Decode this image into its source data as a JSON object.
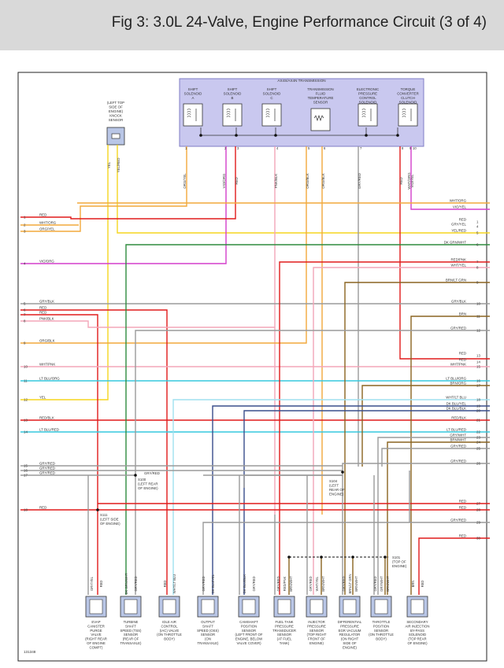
{
  "title": "Fig 3: 3.0L 24-Valve, Engine Performance Circuit (3 of 4)",
  "figure_id": "131348",
  "transmission": {
    "label": "AX4S/AX4N TRANSMISSION",
    "components": [
      {
        "lines": [
          "SHIFT",
          "SOLENOID",
          "A"
        ]
      },
      {
        "lines": [
          "SHIFT",
          "SOLENOID",
          "B"
        ]
      },
      {
        "lines": [
          "SHIFT",
          "SOLENOID",
          "C"
        ]
      },
      {
        "lines": [
          "TRANSMISSION",
          "FLUID",
          "TEMPERATURE",
          "SENSOR"
        ]
      },
      {
        "lines": [
          "ELECTRONIC",
          "PRESSURE",
          "CONTROL",
          "SOLENOID"
        ]
      },
      {
        "lines": [
          "TORQUE",
          "CONVERTER",
          "CLUTCH",
          "SOLENOID"
        ]
      }
    ]
  },
  "knock_sensor": {
    "lines": [
      "(LEFT TOP",
      "SIDE OF",
      "ENGINE)",
      "KNOCK",
      "SENSOR"
    ]
  },
  "knock_wires": [
    "YEL",
    "YEL/RED"
  ],
  "top_wires": [
    {
      "pin": "1",
      "label": "ORG/YEL"
    },
    {
      "pin": "2",
      "label": "VIO/ORG"
    },
    {
      "pin": "3",
      "label": "RED"
    },
    {
      "pin": "4",
      "label": "PNK/BLK"
    },
    {
      "pin": "5",
      "label": "ORG/BLK"
    },
    {
      "pin": "6",
      "label": "ORG/BLK"
    },
    {
      "pin": "7",
      "label": "GRY/RED"
    },
    {
      "pin": "8",
      "label": "RED"
    },
    {
      "pin": "9",
      "label": "WHT/ORG"
    },
    {
      "pin": "10",
      "label": "VIO/YEL"
    }
  ],
  "left_labels": [
    {
      "num": "1",
      "label": "RED"
    },
    {
      "num": "2",
      "label": "WHT/ORG"
    },
    {
      "num": "3",
      "label": "ORG/YEL"
    },
    {
      "num": "4",
      "label": "VIO/ORG"
    },
    {
      "num": "5",
      "label": "GRY/BLK"
    },
    {
      "num": "6",
      "label": "RED"
    },
    {
      "num": "7",
      "label": "RED"
    },
    {
      "num": "8",
      "label": "PNK/BLK"
    },
    {
      "num": "9",
      "label": "ORG/BLK"
    },
    {
      "num": "10",
      "label": "WHT/PNK"
    },
    {
      "num": "11",
      "label": "LT BLU/ORG"
    },
    {
      "num": "12",
      "label": "YEL"
    },
    {
      "num": "13",
      "label": "RED/BLK"
    },
    {
      "num": "14",
      "label": "LT BLU/RED"
    },
    {
      "num": "15",
      "label": "GRY/RED"
    },
    {
      "num": "16",
      "label": "GRY/RED"
    },
    {
      "num": "17",
      "label": "GRY/RED"
    },
    {
      "num": "18",
      "label": "RED"
    }
  ],
  "right_labels": [
    {
      "num": "",
      "label": "WHT/ORG"
    },
    {
      "num": "",
      "label": "VIO/YEL"
    },
    {
      "num": "1",
      "label": "RED"
    },
    {
      "num": "4",
      "label": "GRY/YEL"
    },
    {
      "num": "5",
      "label": "YEL/RED"
    },
    {
      "num": "6",
      "label": "DK GRN/WHT"
    },
    {
      "num": "7",
      "label": "RED/PNK"
    },
    {
      "num": "8",
      "label": "WHT/YEL"
    },
    {
      "num": "9",
      "label": "BRN/LT GRN"
    },
    {
      "num": "10",
      "label": "GRY/BLK"
    },
    {
      "num": "11",
      "label": "BRN"
    },
    {
      "num": "12",
      "label": "GRY/RED"
    },
    {
      "num": "13",
      "label": "RED"
    },
    {
      "num": "14",
      "label": "RED"
    },
    {
      "num": "15",
      "label": "WHT/PNK"
    },
    {
      "num": "16",
      "label": "LT BLU/ORG"
    },
    {
      "num": "17",
      "label": "BRN/ORG"
    },
    {
      "num": "18",
      "label": "WHT/LT BLU"
    },
    {
      "num": "19",
      "label": "DK BLU/YEL"
    },
    {
      "num": "20",
      "label": "DK BLU/BLK"
    },
    {
      "num": "21",
      "label": "RED/BLK"
    },
    {
      "num": "22",
      "label": "LT BLU/RED"
    },
    {
      "num": "23",
      "label": "GRY/WHT"
    },
    {
      "num": "24",
      "label": "BRN/WHT"
    },
    {
      "num": "25",
      "label": "GRY/RED"
    },
    {
      "num": "26",
      "label": "GRY/RED"
    },
    {
      "num": "27",
      "label": "RED"
    },
    {
      "num": "28",
      "label": "RED"
    },
    {
      "num": "29",
      "label": "GRY/RED"
    },
    {
      "num": "30",
      "label": "RED"
    }
  ],
  "splices": [
    {
      "id": "S100",
      "lines": [
        "S100",
        "(LEFT REAR",
        "OF ENGINE)"
      ],
      "wire_label": "GRY/RED"
    },
    {
      "id": "S104",
      "lines": [
        "S104",
        "(LEFT",
        "REAR OF",
        "ENGINE)"
      ]
    },
    {
      "id": "S101",
      "lines": [
        "S101",
        "(TOP OF",
        "ENGINE)"
      ]
    },
    {
      "id": "S111",
      "lines": [
        "S111",
        "(LEFT SIDE",
        "OF ENGINE)"
      ]
    }
  ],
  "bottom_components": [
    {
      "wires": [
        "GRY/YEL",
        "RED"
      ],
      "lines": [
        "EVAP",
        "CANISTER",
        "PURGE",
        "VALVE",
        "(RIGHT REAR",
        "OF ENGINE",
        "COMPT)"
      ]
    },
    {
      "wires": [
        "DK GRN/WHT",
        "GRY/RED"
      ],
      "lines": [
        "TURBINE",
        "SHAFT",
        "SPEED (TSS)",
        "SENSOR",
        "(REAR OF",
        "TRANSAXLE)"
      ]
    },
    {
      "wires": [
        "RED",
        "WHT/LT BLU"
      ],
      "lines": [
        "IDLE AIR",
        "CONTROL",
        "(IAC) VALVE",
        "(ON THROTTLE",
        "BODY)"
      ]
    },
    {
      "wires": [
        "GRY/RED",
        "DK BLU/YEL"
      ],
      "lines": [
        "OUTPUT",
        "SHAFT",
        "SPEED (OSS)",
        "SENSOR",
        "(ON",
        "TRANSAXLE)"
      ]
    },
    {
      "wires": [
        "DK BLU/BLK",
        "GRY/RED"
      ],
      "lines": [
        "CAMSHAFT",
        "POSITION",
        "SENSOR",
        "(LEFT FRONT OF",
        "ENGINE, BELOW",
        "VALVE COVER)"
      ]
    },
    {
      "wires": [
        "GRY/RED",
        "RED/PNK",
        "BRN/WHT"
      ],
      "lines": [
        "FUEL TANK",
        "PRESSURE",
        "TRANSDUCER",
        "SENSOR",
        "(AT FUEL",
        "TANK)"
      ]
    },
    {
      "wires": [
        "GRY/RED",
        "WHT/YEL",
        "BRN/WHT"
      ],
      "lines": [
        "INJECTOR",
        "PRESSURE",
        "SENSOR",
        "(TOP RIGHT",
        "FRONT OF",
        "ENGINE)"
      ]
    },
    {
      "wires": [
        "GRY/RED",
        "BRN/LT GRN",
        "BRN/WHT"
      ],
      "lines": [
        "DIFFERENTIAL",
        "PRESSURE",
        "EGR VACUUM",
        "REGULATOR",
        "(ON RIGHT",
        "SIDE OF",
        "ENGINE)"
      ]
    },
    {
      "wires": [
        "GRY/RED",
        "GRY/WHT",
        "BRN/WHT"
      ],
      "lines": [
        "THROTTLE",
        "POSITION",
        "SENSOR",
        "(ON THROTTLE",
        "BODY)"
      ]
    },
    {
      "wires": [
        "BRN",
        "RED"
      ],
      "lines": [
        "SECONDARY",
        "AIR INJECTION",
        "BY-PASS",
        "SOLENOID",
        "(TOP REAR",
        "OF ENGINE)"
      ]
    }
  ],
  "colors": {
    "RED": "#e01b1b",
    "ORG": "#f2a93b",
    "YEL": "#f5d51f",
    "GRY": "#9a9a9a",
    "VIO": "#d33fcb",
    "PNK": "#f3a6b8",
    "DKGRN": "#2e8b3e",
    "BRN": "#8a6420",
    "LTBLU": "#37c8de",
    "WHTBLU": "#9fe0ef",
    "DKBLU": "#3a4e8c",
    "TRANSBOX": "#c9c8ef",
    "TRANSBORDER": "#7f7cc4",
    "COMPFILL": "#b9c6e6"
  }
}
